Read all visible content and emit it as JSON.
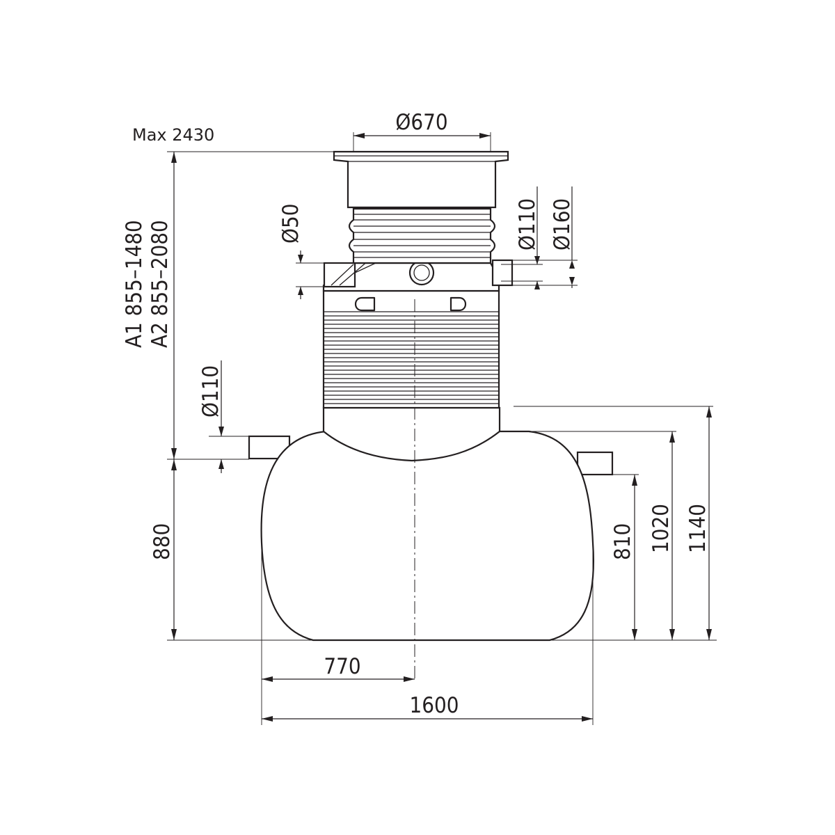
{
  "diagram": {
    "labels": {
      "max_height": "Max 2430",
      "a1": "A1 855–1480",
      "a2": "A2 855–2080",
      "dia_670": "Ø670",
      "dia_50": "Ø50",
      "dia_110_right": "Ø110",
      "dia_160": "Ø160",
      "dia_110_left": "Ø110",
      "h_880": "880",
      "h_810": "810",
      "h_1020": "1020",
      "h_1140": "1140",
      "w_770": "770",
      "w_1600": "1600"
    },
    "colors": {
      "line": "#231f20",
      "background": "#ffffff"
    }
  }
}
